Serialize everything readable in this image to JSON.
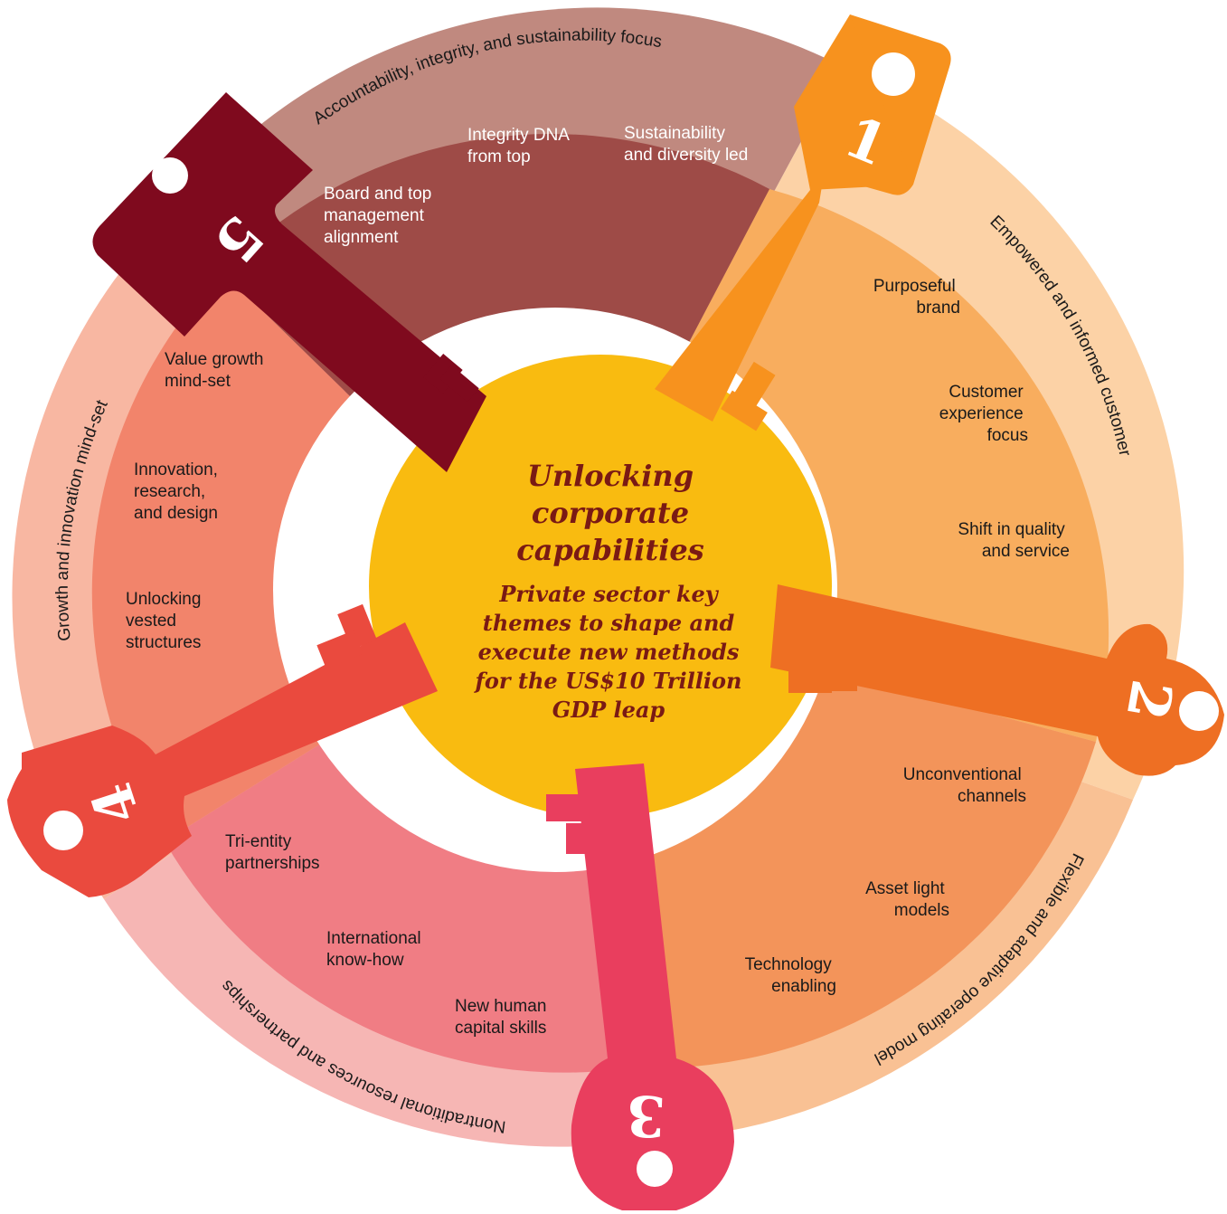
{
  "center": {
    "title_lines": [
      "Unlocking",
      "corporate",
      "capabilities"
    ],
    "subtitle_lines": [
      "Private sector key",
      "themes to shape and",
      "execute new methods",
      "for the US$10 Trillion",
      "GDP leap"
    ]
  },
  "themes": [
    {
      "number": "1",
      "ring_label": "Empowered and informed customer",
      "items": [
        "Purposeful brand",
        "Customer experience focus",
        "Shift in quality and service"
      ],
      "color_outer": "#fcd2a6",
      "color_inner": "#f8ad5e",
      "color_key": "#f7921e"
    },
    {
      "number": "2",
      "ring_label": "Flexible and adaptive operating model",
      "items": [
        "Unconventional channels",
        "Asset light models",
        "Technology enabling"
      ],
      "color_outer": "#f9c194",
      "color_inner": "#f3945a",
      "color_key": "#ee6f23"
    },
    {
      "number": "3",
      "ring_label": "Nontraditional resources and partnerships",
      "items": [
        "Tri-entity partnerships",
        "International know-how",
        "New human capital skills"
      ],
      "color_outer": "#f6b6b4",
      "color_inner": "#f07d84",
      "color_key": "#e93e5e"
    },
    {
      "number": "4",
      "ring_label": "Growth and innovation mind-set",
      "items": [
        "Value growth mind-set",
        "Innovation, research, and design",
        "Unlocking vested structures"
      ],
      "color_outer": "#f8b7a2",
      "color_inner": "#f2846b",
      "color_key": "#ea4a3e"
    },
    {
      "number": "5",
      "ring_label": "Accountability, integrity, and sustainability focus",
      "items": [
        "Board and top management alignment",
        "Integrity DNA from top",
        "Sustainability and diversity led"
      ],
      "color_outer": "#c0897f",
      "color_inner": "#9e4b47",
      "color_key": "#7f0a1e"
    }
  ],
  "center_color": "#f9bb10"
}
